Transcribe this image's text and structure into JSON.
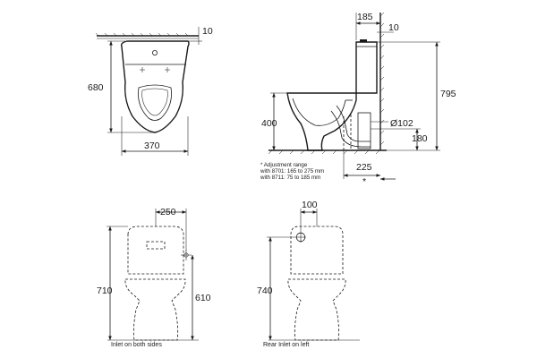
{
  "views": {
    "top": {
      "dim_width": "370",
      "dim_depth": "680",
      "dim_wall_gap": "10"
    },
    "side": {
      "dim_cistern_depth": "185",
      "dim_wall_gap": "10",
      "dim_total_height": "795",
      "dim_seat_height": "400",
      "dim_outlet_diameter": "Ø102",
      "dim_outlet_height": "180",
      "dim_outlet_offset": "225",
      "asterisk": "*",
      "note_lines": [
        "* Adjustment range",
        "with 8701: 165 to 275 mm",
        "with 8711:  75 to 185 mm"
      ]
    },
    "front_both": {
      "dim_inlet_offset": "250",
      "dim_total_height": "710",
      "dim_inlet_height": "610",
      "caption": "Inlet on both sides"
    },
    "front_rear": {
      "dim_inlet_offset": "100",
      "dim_total_height": "740",
      "caption": "Rear Inlet on left"
    }
  }
}
